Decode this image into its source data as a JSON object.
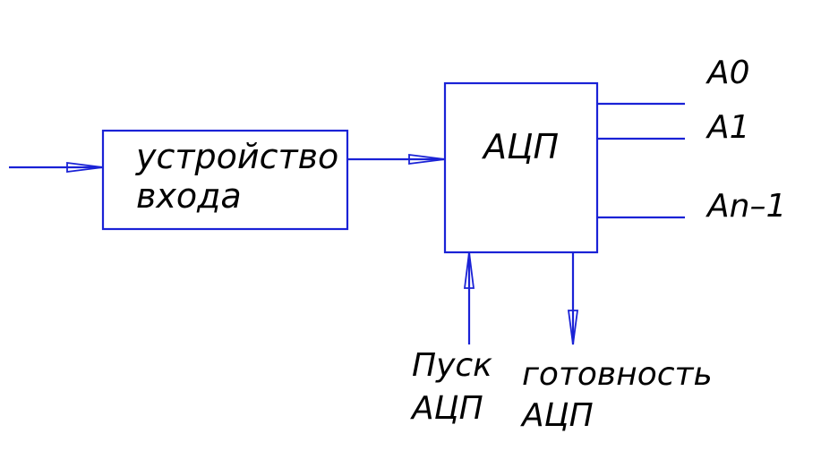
{
  "colors": {
    "line": "#1a22d6",
    "text": "#000000",
    "background": "#ffffff"
  },
  "input_device": {
    "line1": "устройство",
    "line2": "входа"
  },
  "adc": {
    "label": "АЦП"
  },
  "outputs": {
    "a0": "А0",
    "a1": "А1",
    "an1": "Аn–1"
  },
  "start": {
    "line1": "Пуск",
    "line2": "АЦП"
  },
  "ready": {
    "line1": "готовность",
    "line2": "АЦП"
  }
}
